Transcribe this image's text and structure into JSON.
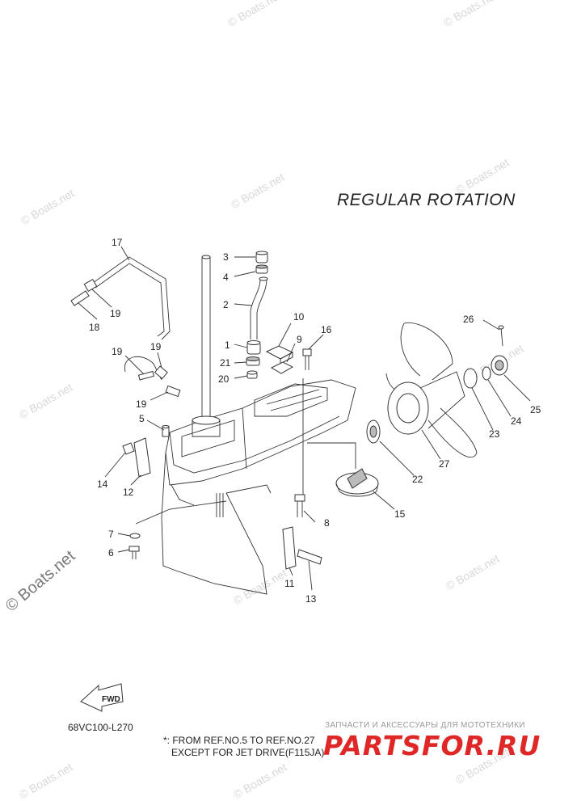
{
  "title": "REGULAR ROTATION",
  "watermark": "© Boats.net",
  "diagram_code": "68VC100-L270",
  "footnote": "*: FROM REF.NO.5 TO REF.NO.27\n   EXCEPT FOR JET DRIVE(F115JA)",
  "fwd_label": "FWD",
  "shop": {
    "tagline": "ЗАПЧАСТИ И АКСЕССУАРЫ ДЛЯ МОТОТЕХНИКИ",
    "logo": "PARTSFOR.RU"
  },
  "callouts": {
    "c1": "1",
    "c2": "2",
    "c3": "3",
    "c4": "4",
    "c5": "5",
    "c6": "6",
    "c7": "7",
    "c8": "8",
    "c9": "9",
    "c10": "10",
    "c11": "11",
    "c12": "12",
    "c13": "13",
    "c14": "14",
    "c15": "15",
    "c16": "16",
    "c17": "17",
    "c18": "18",
    "c19a": "19",
    "c19b": "19",
    "c19c": "19",
    "c19d": "19",
    "c20": "20",
    "c21": "21",
    "c22": "22",
    "c23": "23",
    "c24": "24",
    "c25": "25",
    "c26": "26",
    "c27": "27"
  }
}
